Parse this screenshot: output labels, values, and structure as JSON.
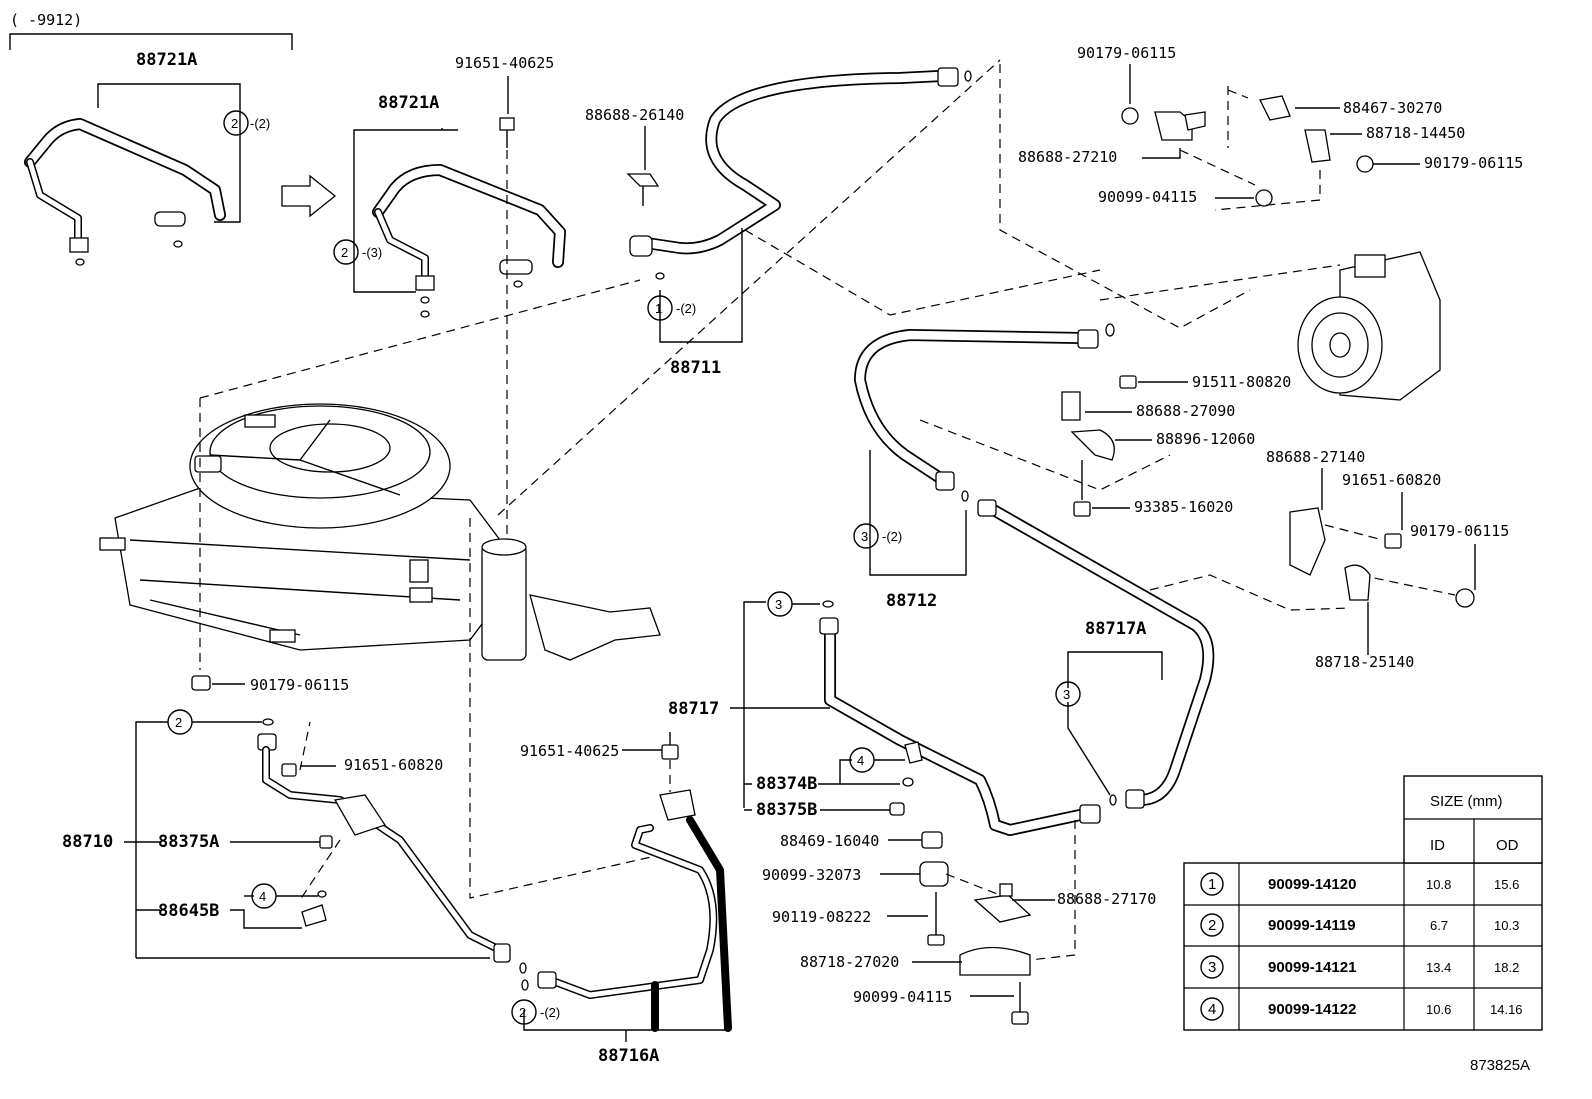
{
  "header_range": "(      -9912)",
  "drawing_id": "873825A",
  "labels": {
    "p88721A_top": "88721A",
    "p88721A_mid": "88721A",
    "p91651_40625_top": "91651-40625",
    "p88688_26140": "88688-26140",
    "p88711": "88711",
    "p90179_06115_a": "90179-06115",
    "p88467_30270": "88467-30270",
    "p88718_14450": "88718-14450",
    "p88688_27210": "88688-27210",
    "p90179_06115_b": "90179-06115",
    "p90099_04115_a": "90099-04115",
    "p91511_80820": "91511-80820",
    "p88688_27090": "88688-27090",
    "p88896_12060": "88896-12060",
    "p88688_27140": "88688-27140",
    "p91651_60820_r": "91651-60820",
    "p93385_16020": "93385-16020",
    "p90179_06115_c": "90179-06115",
    "p88712": "88712",
    "p88718_25140": "88718-25140",
    "p88717A": "88717A",
    "p90179_06115_d": "90179-06115",
    "p88717": "88717",
    "p88374B": "88374B",
    "p88375B": "88375B",
    "p91651_40625_mid": "91651-40625",
    "p91651_60820_l": "91651-60820",
    "p88710": "88710",
    "p88375A": "88375A",
    "p88645B": "88645B",
    "p88469_16040": "88469-16040",
    "p90099_32073": "90099-32073",
    "p88688_27170": "88688-27170",
    "p90119_08222": "90119-08222",
    "p88718_27020": "88718-27020",
    "p90099_04115_b": "90099-04115",
    "p88716A": "88716A"
  },
  "callouts": {
    "c2_top": {
      "num": "2",
      "qty": "-(2)"
    },
    "c2_mid": {
      "num": "2",
      "qty": "-(3)"
    },
    "c1": {
      "num": "1",
      "qty": "-(2)"
    },
    "c3_88712": {
      "num": "3",
      "qty": "-(2)"
    },
    "c3_88717": {
      "num": "3"
    },
    "c3_88717A": {
      "num": "3"
    },
    "c4_88374B": {
      "num": "4"
    },
    "c2_88710": {
      "num": "2"
    },
    "c4_88645B": {
      "num": "4"
    },
    "c2_88716A": {
      "num": "2",
      "qty": "-(2)"
    }
  },
  "size_table": {
    "header": "SIZE (mm)",
    "col_id": "ID",
    "col_od": "OD",
    "rows": [
      {
        "no": "1",
        "part": "90099-14120",
        "id": "10.8",
        "od": "15.6"
      },
      {
        "no": "2",
        "part": "90099-14119",
        "id": "6.7",
        "od": "10.3"
      },
      {
        "no": "3",
        "part": "90099-14121",
        "id": "13.4",
        "od": "18.2"
      },
      {
        "no": "4",
        "part": "90099-14122",
        "id": "10.6",
        "od": "14.16"
      }
    ]
  }
}
